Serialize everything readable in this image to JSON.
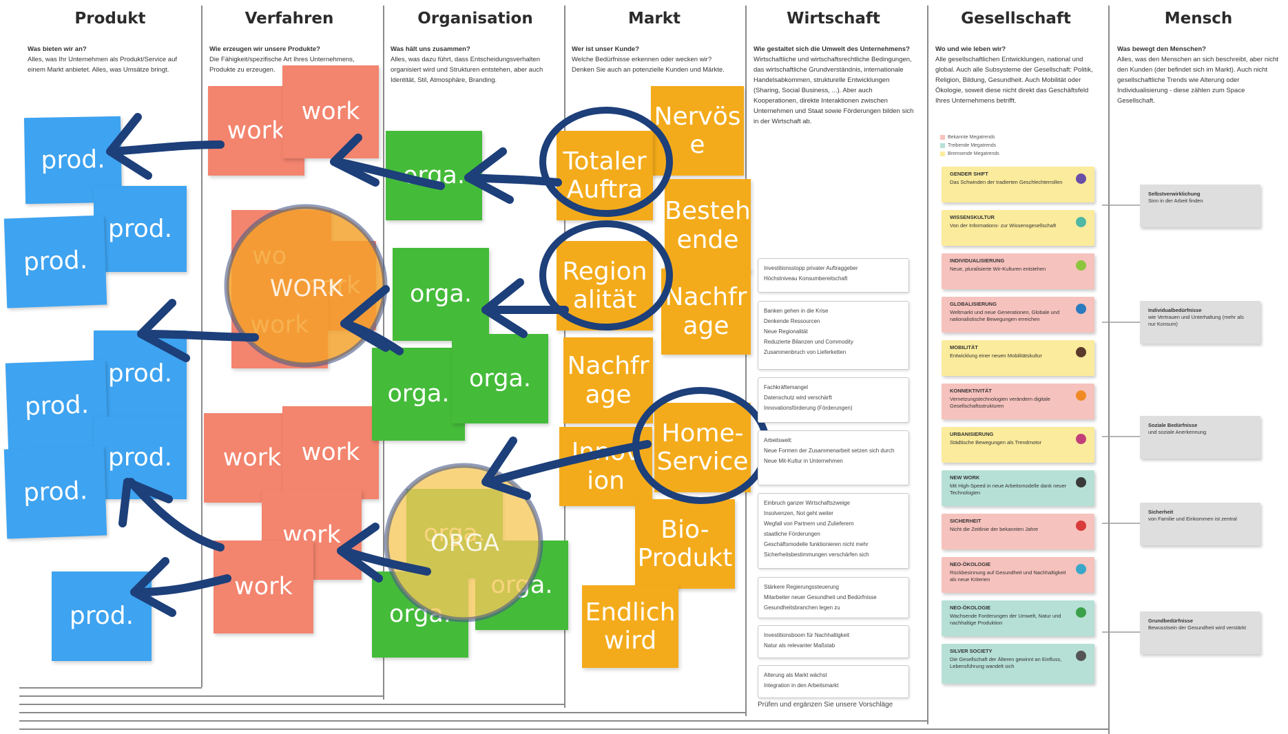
{
  "columns": [
    {
      "title": "Produkt",
      "question": "Was bieten wir an?",
      "text": "Alles, was Ihr Unternehmen als Produkt/Service auf einem Markt anbietet. Alles, was Umsätze bringt."
    },
    {
      "title": "Verfahren",
      "question": "Wie erzeugen wir unsere Produkte?",
      "text": "Die Fähigkeit/spezifische Art Ihres Unternehmens, Produkte zu erzeugen."
    },
    {
      "title": "Organisation",
      "question": "Was hält uns zusammen?",
      "text": "Alles, was dazu führt, dass Entscheidungsverhalten organisiert wird und Strukturen entstehen, aber auch Identität, Stil, Atmosphäre, Branding."
    },
    {
      "title": "Markt",
      "question": "Wer ist unser Kunde?",
      "text": "Welche Bedürfnisse erkennen oder wecken wir? Denken Sie auch an potenzielle Kunden und Märkte."
    },
    {
      "title": "Wirtschaft",
      "question": "Wie gestaltet sich die Umwelt des Unternehmens?",
      "text": "Wirtschaftliche und wirtschaftsrechtliche Bedingungen, das wirtschaftliche Grundverständnis, internationale Handelsabkommen, strukturelle Entwicklungen (Sharing, Social Business, ...). Aber auch Kooperationen, direkte Interaktionen zwischen Unternehmen und Staat sowie Förderungen bilden sich in der Wirtschaft ab."
    },
    {
      "title": "Gesellschaft",
      "question": "Wo und wie leben wir?",
      "text": "Alle gesellschaftlichen Entwicklungen, national und global. Auch alle Subsysteme der Gesellschaft: Politik, Religion, Bildung, Gesundheit. Auch Mobilität oder Ökologie, soweit diese nicht direkt das Geschäftsfeld Ihres Unternehmens betrifft."
    },
    {
      "title": "Mensch",
      "question": "Was bewegt den Menschen?",
      "text": "Alles, was den Menschen an sich beschreibt, aber nicht den Kunden (der befindet sich im Markt). Auch nicht gesellschaftliche Trends wie Alterung oder Individualisierung - diese zählen zum Space Gesellschaft."
    }
  ],
  "notes": {
    "prod": "prod.",
    "work": "work",
    "orga": "orga.",
    "work_circled": "WORK",
    "orga_circled": "ORGA",
    "markt": [
      "Nervös e",
      "Totaler Auftra",
      "Besteh ende",
      "Region alität",
      "Nachfr age",
      "Nachfr age",
      "Innov ion",
      "Home-Service",
      "Bio-Produkt",
      "Endlich wird"
    ]
  },
  "legend": [
    "Bekannte Megatrends",
    "Treibende Megatrends",
    "Bremsende Megatrends"
  ],
  "trends": [
    {
      "title": "GENDER SHIFT",
      "text": "Das Schwinden der tradierten Geschlechterrollen",
      "color": "yellow",
      "icon": "#6a4fa8"
    },
    {
      "title": "WISSENSKULTUR",
      "text": "Von der Informations- zur Wissensgesellschaft",
      "color": "yellow",
      "icon": "#4fb7a5"
    },
    {
      "title": "INDIVIDUALISIERUNG",
      "text": "Neue, pluralisierte Wir-Kulturen entstehen",
      "color": "pink",
      "icon": "#8cc63f"
    },
    {
      "title": "GLOBALISIERUNG",
      "text": "Weltmarkt und neue Generationen, Globale und nationalistische Bewegungen erreichen",
      "color": "pink",
      "icon": "#2b7bbf"
    },
    {
      "title": "MOBILITÄT",
      "text": "Entwicklung einer neuen Mobilitätskultur",
      "color": "yellow",
      "icon": "#5a3a2a"
    },
    {
      "title": "KONNEKTIVITÄT",
      "text": "Vernetzungstechnologien verändern digitale Gesellschaftsstrukturen",
      "color": "pink",
      "icon": "#f08a24"
    },
    {
      "title": "URBANISIERUNG",
      "text": "Städtische Bewegungen als Trendmotor",
      "color": "yellow",
      "icon": "#c2407a"
    },
    {
      "title": "NEW WORK",
      "text": "Mit High-Speed in neue Arbeitsmodelle dank neuer Technologien",
      "color": "teal",
      "icon": "#3a3a3a"
    },
    {
      "title": "SICHERHEIT",
      "text": "Nicht die Zeitlinie der bekannten Jahre",
      "color": "pink",
      "icon": "#d93a3a"
    },
    {
      "title": "NEO-ÖKOLOGIE",
      "text": "Rückbesinnung auf Gesundheit und Nachhaltigkeit als neue Kriterien",
      "color": "pink",
      "icon": "#3aa7c9"
    },
    {
      "title": "NEO-ÖKOLOGIE",
      "text": "Wachsende Forderungen der Umwelt, Natur und nachhaltige Produktion",
      "color": "teal",
      "icon": "#3aa04a"
    },
    {
      "title": "SILVER SOCIETY",
      "text": "Die Gesellschaft der Älteren gewinnt an Einfluss, Lebensführung wandelt sich",
      "color": "teal",
      "icon": "#555555"
    }
  ],
  "wirtschaft_cards": [
    [
      "Investitionsstopp privater Auftraggeber",
      "Höchstniveau Konsumbereitschaft"
    ],
    [
      "Banken gehen in die Krise",
      "Denkende Ressourcen",
      "Neue Regionalität",
      "Reduzierte Bilanzen und Commodity",
      "Zusammenbruch von Lieferketten"
    ],
    [
      "Fachkräftemangel",
      "Datenschutz wird verschärft",
      "Innovationsförderung (Förderungen)"
    ],
    [
      "Arbeitswelt:",
      "Neue Formen der Zusammenarbeit setzen sich durch",
      "Neue Mit-Kultur in Unternehmen"
    ],
    [
      "Einbruch ganzer Wirtschaftszweige",
      "Insolvenzen, Not geht weiter",
      "Wegfall von Partnern und Zulieferern",
      "staatliche Förderungen",
      "Geschäftsmodelle funktionieren nicht mehr",
      "Sicherheitsbestimmungen verschärfen sich"
    ],
    [
      "Stärkere Regierungssteuerung",
      "Mitarbeiter neuer Gesundheit und Bedürfnisse",
      "Gesundheitsbranchen legen zu"
    ],
    [
      "Investitionsboom für Nachhaltigkeit",
      "Natur als relevanter Maßstab"
    ],
    [
      "Alterung als Markt wächst",
      "Integration in den Arbeitsmarkt"
    ]
  ],
  "wirtschaft_footer": "Prüfen und ergänzen Sie unsere Vorschläge",
  "mensch_cards": [
    {
      "title": "Selbstverwirklichung",
      "text": "Sinn in der Arbeit finden"
    },
    {
      "title": "Individualbedürfnisse",
      "text": "wie Vertrauen und Unterhaltung (mehr als nur Konsum)"
    },
    {
      "title": "Soziale Bedürfnisse",
      "text": "und soziale Anerkennung"
    },
    {
      "title": "Sicherheit",
      "text": "von Familie und Einkommen ist zentral"
    },
    {
      "title": "Grundbedürfnisse",
      "text": "Bewusstsein der Gesundheit wird verstärkt"
    }
  ],
  "colors": {
    "blue": "#3ea3f0",
    "salmon": "#f3846e",
    "green": "#45bb3a",
    "orange": "#f4ab1b",
    "ink": "#1d3f7a"
  }
}
